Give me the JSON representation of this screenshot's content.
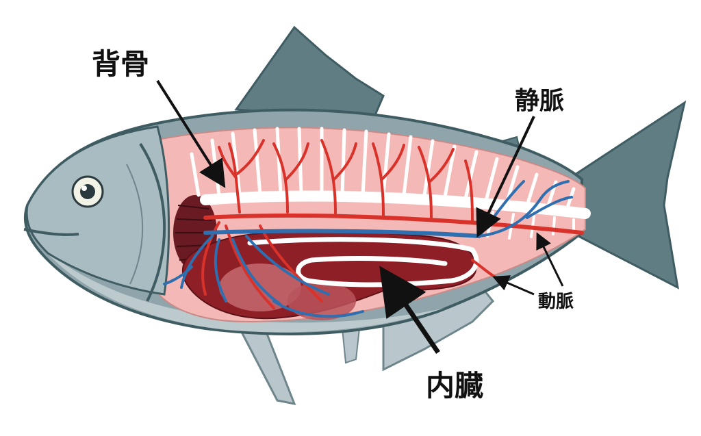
{
  "labels": {
    "backbone": "背骨",
    "vein": "静脈",
    "artery": "動脈",
    "internal_organs": "内臓"
  },
  "colors": {
    "body_skin": "#607d84",
    "body_light": "#b9c7cc",
    "flesh": "#f4b9b6",
    "bone": "#ffffff",
    "artery": "#d9322a",
    "vein": "#2f6fb0",
    "organs": "#8e1f27",
    "gills": "#6a1a22"
  }
}
